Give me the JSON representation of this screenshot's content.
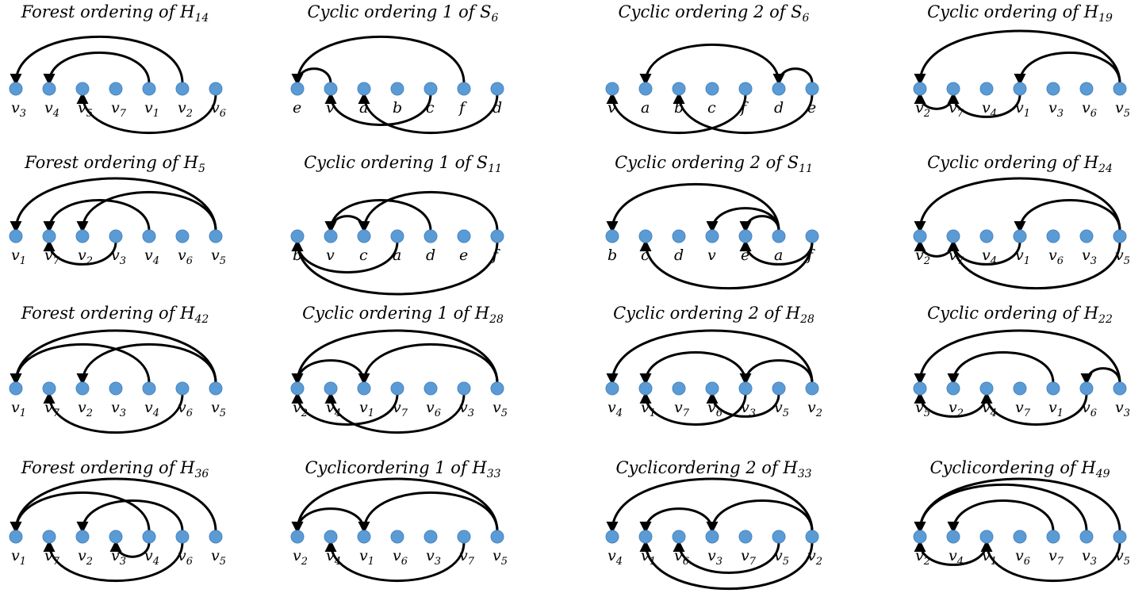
{
  "panels": [
    {
      "title": "Forest ordering of ",
      "title_sub": "14",
      "nodes": [
        {
          "b": "v",
          "s": "3"
        },
        {
          "b": "v",
          "s": "4"
        },
        {
          "b": "v",
          "s": "5"
        },
        {
          "b": "v",
          "s": "7"
        },
        {
          "b": "v",
          "s": "1"
        },
        {
          "b": "v",
          "s": "2"
        },
        {
          "b": "v",
          "s": "6"
        }
      ],
      "edges": [
        {
          "from": 5,
          "to": 0,
          "side": "top"
        },
        {
          "from": 4,
          "to": 1,
          "side": "top"
        },
        {
          "from": 6,
          "to": 2,
          "side": "bottom"
        }
      ]
    },
    {
      "title": "Cyclic ordering 1 of ",
      "title_sub": "6",
      "nodes": [
        {
          "b": "e",
          "s": ""
        },
        {
          "b": "v",
          "s": ""
        },
        {
          "b": "a",
          "s": ""
        },
        {
          "b": "b",
          "s": ""
        },
        {
          "b": "c",
          "s": ""
        },
        {
          "b": "f",
          "s": ""
        },
        {
          "b": "d",
          "s": ""
        }
      ],
      "edges": [
        {
          "from": 5,
          "to": 0,
          "side": "top"
        },
        {
          "from": 1,
          "to": 0,
          "side": "top"
        },
        {
          "from": 4,
          "to": 1,
          "side": "bottom"
        },
        {
          "from": 6,
          "to": 2,
          "side": "bottom"
        }
      ]
    },
    {
      "title": "Cyclic ordering 2 of ",
      "title_sub": "6",
      "nodes": [
        {
          "b": "v",
          "s": ""
        },
        {
          "b": "a",
          "s": ""
        },
        {
          "b": "b",
          "s": ""
        },
        {
          "b": "c",
          "s": ""
        },
        {
          "b": "f",
          "s": ""
        },
        {
          "b": "d",
          "s": ""
        },
        {
          "b": "e",
          "s": ""
        }
      ],
      "edges": [
        {
          "from": 5,
          "to": 1,
          "side": "top"
        },
        {
          "from": 6,
          "to": 5,
          "side": "top"
        },
        {
          "from": 4,
          "to": 0,
          "side": "bottom"
        },
        {
          "from": 6,
          "to": 2,
          "side": "bottom"
        }
      ]
    },
    {
      "title": "Cyclic ordering of ",
      "title_sub": "19",
      "nodes": [
        {
          "b": "v",
          "s": "2"
        },
        {
          "b": "v",
          "s": "7"
        },
        {
          "b": "v",
          "s": "4"
        },
        {
          "b": "v",
          "s": "1"
        },
        {
          "b": "v",
          "s": "3"
        },
        {
          "b": "v",
          "s": "6"
        },
        {
          "b": "v",
          "s": "5"
        }
      ],
      "edges": [
        {
          "from": 6,
          "to": 0,
          "side": "top"
        },
        {
          "from": 6,
          "to": 3,
          "side": "top"
        },
        {
          "from": 1,
          "to": 0,
          "side": "bottom"
        },
        {
          "from": 3,
          "to": 1,
          "side": "bottom"
        }
      ]
    },
    {
      "title": "Forest ordering of ",
      "title_sub": "5",
      "nodes": [
        {
          "b": "v",
          "s": "1"
        },
        {
          "b": "v",
          "s": "7"
        },
        {
          "b": "v",
          "s": "2"
        },
        {
          "b": "v",
          "s": "3"
        },
        {
          "b": "v",
          "s": "4"
        },
        {
          "b": "v",
          "s": "6"
        },
        {
          "b": "v",
          "s": "5"
        }
      ],
      "edges": [
        {
          "from": 6,
          "to": 0,
          "side": "top"
        },
        {
          "from": 4,
          "to": 1,
          "side": "top"
        },
        {
          "from": 6,
          "to": 2,
          "side": "top"
        },
        {
          "from": 3,
          "to": 1,
          "side": "bottom"
        }
      ]
    },
    {
      "title": "Cyclic ordering 1 of ",
      "title_sub": "11",
      "nodes": [
        {
          "b": "b",
          "s": ""
        },
        {
          "b": "v",
          "s": ""
        },
        {
          "b": "c",
          "s": ""
        },
        {
          "b": "a",
          "s": ""
        },
        {
          "b": "d",
          "s": ""
        },
        {
          "b": "e",
          "s": ""
        },
        {
          "b": "f",
          "s": ""
        }
      ],
      "edges": [
        {
          "from": 4,
          "to": 1,
          "side": "top"
        },
        {
          "from": 6,
          "to": 2,
          "side": "top"
        },
        {
          "from": 2,
          "to": 1,
          "side": "top"
        },
        {
          "from": 6,
          "to": 0,
          "side": "bottom"
        },
        {
          "from": 3,
          "to": 0,
          "side": "bottom"
        }
      ]
    },
    {
      "title": "Cyclic ordering 2 of ",
      "title_sub": "11",
      "nodes": [
        {
          "b": "b",
          "s": ""
        },
        {
          "b": "c",
          "s": ""
        },
        {
          "b": "d",
          "s": ""
        },
        {
          "b": "v",
          "s": ""
        },
        {
          "b": "e",
          "s": ""
        },
        {
          "b": "a",
          "s": ""
        },
        {
          "b": "f",
          "s": ""
        }
      ],
      "edges": [
        {
          "from": 5,
          "to": 0,
          "side": "top"
        },
        {
          "from": 5,
          "to": 3,
          "side": "top"
        },
        {
          "from": 5,
          "to": 4,
          "side": "top"
        },
        {
          "from": 6,
          "to": 1,
          "side": "bottom"
        },
        {
          "from": 6,
          "to": 4,
          "side": "bottom"
        }
      ]
    },
    {
      "title": "Cyclic ordering of ",
      "title_sub": "24",
      "nodes": [
        {
          "b": "v",
          "s": "2"
        },
        {
          "b": "v",
          "s": "7"
        },
        {
          "b": "v",
          "s": "4"
        },
        {
          "b": "v",
          "s": "1"
        },
        {
          "b": "v",
          "s": "6"
        },
        {
          "b": "v",
          "s": "3"
        },
        {
          "b": "v",
          "s": "5"
        }
      ],
      "edges": [
        {
          "from": 6,
          "to": 0,
          "side": "top"
        },
        {
          "from": 6,
          "to": 3,
          "side": "top"
        },
        {
          "from": 1,
          "to": 0,
          "side": "bottom"
        },
        {
          "from": 3,
          "to": 1,
          "side": "bottom"
        },
        {
          "from": 6,
          "to": 1,
          "side": "bottom"
        }
      ]
    },
    {
      "title": "Forest ordering of ",
      "title_sub": "42",
      "nodes": [
        {
          "b": "v",
          "s": "1"
        },
        {
          "b": "v",
          "s": "7"
        },
        {
          "b": "v",
          "s": "2"
        },
        {
          "b": "v",
          "s": "3"
        },
        {
          "b": "v",
          "s": "4"
        },
        {
          "b": "v",
          "s": "6"
        },
        {
          "b": "v",
          "s": "5"
        }
      ],
      "edges": [
        {
          "from": 6,
          "to": 0,
          "side": "top"
        },
        {
          "from": 4,
          "to": 0,
          "side": "top"
        },
        {
          "from": 6,
          "to": 2,
          "side": "top"
        },
        {
          "from": 5,
          "to": 1,
          "side": "bottom"
        }
      ]
    },
    {
      "title": "Cyclic ordering 1 of ",
      "title_sub": "28",
      "nodes": [
        {
          "b": "v",
          "s": "2"
        },
        {
          "b": "v",
          "s": "4"
        },
        {
          "b": "v",
          "s": "1"
        },
        {
          "b": "v",
          "s": "7"
        },
        {
          "b": "v",
          "s": "6"
        },
        {
          "b": "v",
          "s": "3"
        },
        {
          "b": "v",
          "s": "5"
        }
      ],
      "edges": [
        {
          "from": 6,
          "to": 0,
          "side": "top"
        },
        {
          "from": 6,
          "to": 2,
          "side": "top"
        },
        {
          "from": 2,
          "to": 0,
          "side": "top"
        },
        {
          "from": 3,
          "to": 0,
          "side": "bottom"
        },
        {
          "from": 5,
          "to": 1,
          "side": "bottom"
        }
      ]
    },
    {
      "title": "Cyclic ordering 2 of ",
      "title_sub": "28",
      "nodes": [
        {
          "b": "v",
          "s": "4"
        },
        {
          "b": "v",
          "s": "1"
        },
        {
          "b": "v",
          "s": "7"
        },
        {
          "b": "v",
          "s": "6"
        },
        {
          "b": "v",
          "s": "3"
        },
        {
          "b": "v",
          "s": "5"
        },
        {
          "b": "v",
          "s": "2"
        }
      ],
      "edges": [
        {
          "from": 6,
          "to": 0,
          "side": "top"
        },
        {
          "from": 4,
          "to": 1,
          "side": "top"
        },
        {
          "from": 6,
          "to": 4,
          "side": "top"
        },
        {
          "from": 4,
          "to": 1,
          "side": "bottom"
        },
        {
          "from": 5,
          "to": 3,
          "side": "bottom"
        }
      ]
    },
    {
      "title": "Cyclic ordering of ",
      "title_sub": "22",
      "nodes": [
        {
          "b": "v",
          "s": "5"
        },
        {
          "b": "v",
          "s": "2"
        },
        {
          "b": "v",
          "s": "4"
        },
        {
          "b": "v",
          "s": "7"
        },
        {
          "b": "v",
          "s": "1"
        },
        {
          "b": "v",
          "s": "6"
        },
        {
          "b": "v",
          "s": "3"
        }
      ],
      "edges": [
        {
          "from": 6,
          "to": 0,
          "side": "top"
        },
        {
          "from": 4,
          "to": 1,
          "side": "top"
        },
        {
          "from": 6,
          "to": 5,
          "side": "top"
        },
        {
          "from": 2,
          "to": 0,
          "side": "bottom"
        },
        {
          "from": 5,
          "to": 2,
          "side": "bottom"
        }
      ]
    },
    {
      "title": "Forest ordering of ",
      "title_sub": "36",
      "nodes": [
        {
          "b": "v",
          "s": "1"
        },
        {
          "b": "v",
          "s": "7"
        },
        {
          "b": "v",
          "s": "2"
        },
        {
          "b": "v",
          "s": "3"
        },
        {
          "b": "v",
          "s": "4"
        },
        {
          "b": "v",
          "s": "6"
        },
        {
          "b": "v",
          "s": "5"
        }
      ],
      "edges": [
        {
          "from": 6,
          "to": 0,
          "side": "top"
        },
        {
          "from": 4,
          "to": 0,
          "side": "top"
        },
        {
          "from": 5,
          "to": 2,
          "side": "top"
        },
        {
          "from": 5,
          "to": 1,
          "side": "bottom"
        },
        {
          "from": 4,
          "to": 3,
          "side": "bottom"
        }
      ]
    },
    {
      "title": "Cyclicordering 1 of ",
      "title_sub": "33",
      "nodes": [
        {
          "b": "v",
          "s": "2"
        },
        {
          "b": "v",
          "s": "4"
        },
        {
          "b": "v",
          "s": "1"
        },
        {
          "b": "v",
          "s": "6"
        },
        {
          "b": "v",
          "s": "3"
        },
        {
          "b": "v",
          "s": "7"
        },
        {
          "b": "v",
          "s": "5"
        }
      ],
      "edges": [
        {
          "from": 6,
          "to": 0,
          "side": "top"
        },
        {
          "from": 6,
          "to": 2,
          "side": "top"
        },
        {
          "from": 2,
          "to": 0,
          "side": "top"
        },
        {
          "from": 5,
          "to": 1,
          "side": "bottom"
        }
      ]
    },
    {
      "title": "Cyclicordering 2 of ",
      "title_sub": "33",
      "nodes": [
        {
          "b": "v",
          "s": "4"
        },
        {
          "b": "v",
          "s": "1"
        },
        {
          "b": "v",
          "s": "6"
        },
        {
          "b": "v",
          "s": "3"
        },
        {
          "b": "v",
          "s": "7"
        },
        {
          "b": "v",
          "s": "5"
        },
        {
          "b": "v",
          "s": "2"
        }
      ],
      "edges": [
        {
          "from": 6,
          "to": 0,
          "side": "top"
        },
        {
          "from": 6,
          "to": 3,
          "side": "top"
        },
        {
          "from": 3,
          "to": 1,
          "side": "top"
        },
        {
          "from": 6,
          "to": 1,
          "side": "bottom"
        },
        {
          "from": 5,
          "to": 2,
          "side": "bottom"
        }
      ]
    },
    {
      "title": "Cyclicordering of ",
      "title_sub": "49",
      "nodes": [
        {
          "b": "v",
          "s": "2"
        },
        {
          "b": "v",
          "s": "4"
        },
        {
          "b": "v",
          "s": "1"
        },
        {
          "b": "v",
          "s": "6"
        },
        {
          "b": "v",
          "s": "7"
        },
        {
          "b": "v",
          "s": "3"
        },
        {
          "b": "v",
          "s": "5"
        }
      ],
      "edges": [
        {
          "from": 6,
          "to": 0,
          "side": "top"
        },
        {
          "from": 4,
          "to": 1,
          "side": "top"
        },
        {
          "from": 5,
          "to": 0,
          "side": "top"
        },
        {
          "from": 2,
          "to": 0,
          "side": "bottom"
        },
        {
          "from": 6,
          "to": 2,
          "side": "bottom"
        }
      ]
    }
  ]
}
